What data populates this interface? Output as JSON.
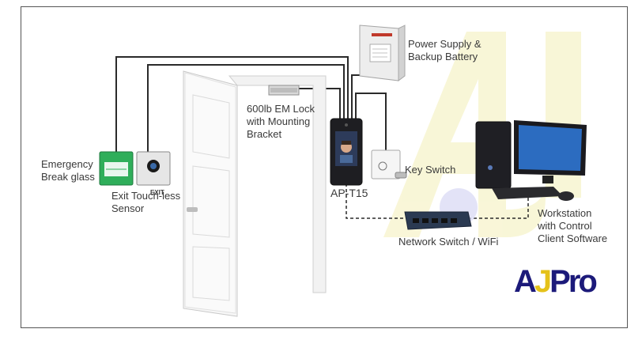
{
  "labels": {
    "power_supply": "Power Supply &\nBackup Battery",
    "em_lock": "600lb EM Lock\nwith Mounting\nBracket",
    "emergency": "Emergency\nBreak glass",
    "exit_sensor": "Exit Touch-less\nSensor",
    "key_switch": "Key Switch",
    "terminal": "AP-T15",
    "network_switch": "Network Switch / WiFi",
    "workstation": "Workstation\nwith Control\nClient Software",
    "exit_button_text": "EXIT"
  },
  "logo": {
    "part_a": "A",
    "part_j": "J",
    "part_rest": "Pro"
  },
  "colors": {
    "watermark": "#f4efb8",
    "wire": "#2a2a2a",
    "emergency_green": "#2fae5a",
    "logo_blue": "#1c1a7a",
    "logo_yellow": "#e5c21a"
  }
}
